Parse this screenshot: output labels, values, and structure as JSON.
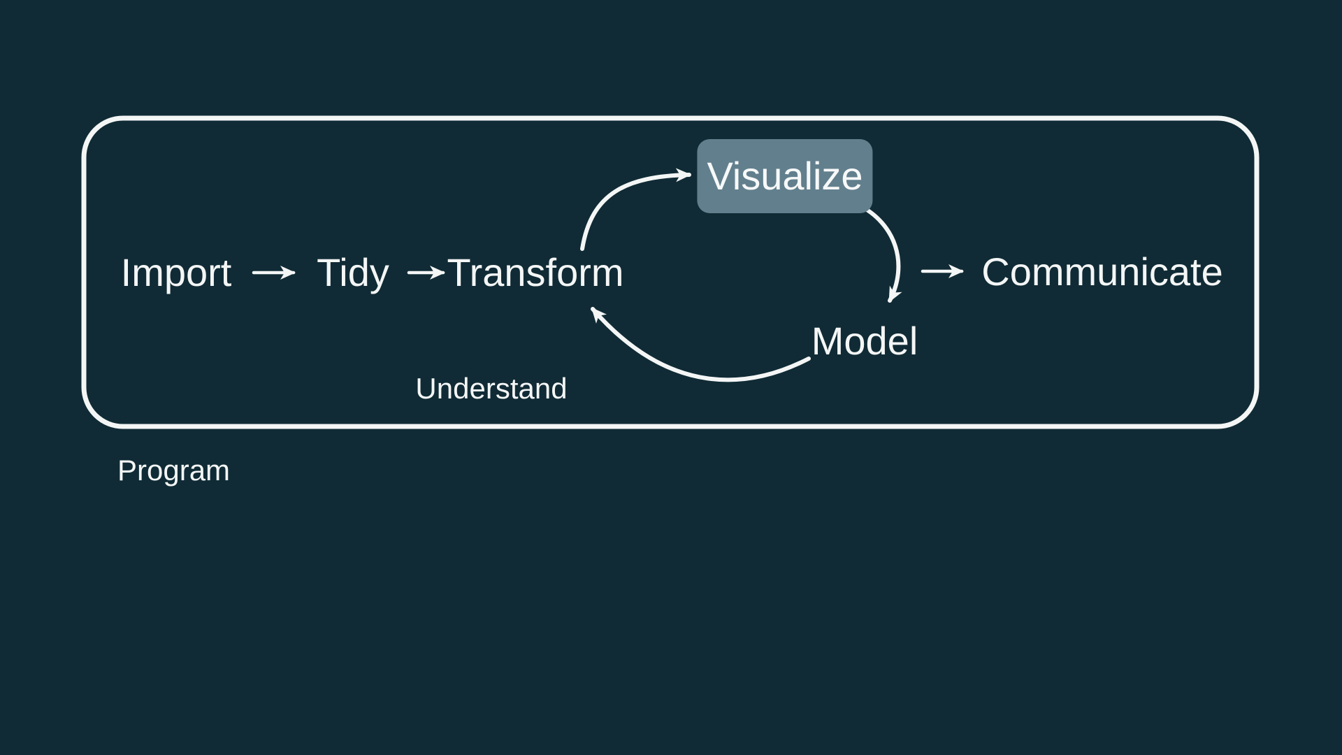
{
  "slide": {
    "background_color": "#102b35",
    "foreground_color": "#f4f6f6",
    "program_section_label": "Program"
  },
  "workflow": {
    "import_label": "Import",
    "tidy_label": "Tidy",
    "transform_label": "Transform",
    "visualize_label": "Visualize",
    "model_label": "Model",
    "communicate_label": "Communicate",
    "understand_cycle_label": "Understand",
    "visualize_highlight_color": "#627f8d",
    "arrows": [
      "import to tidy",
      "tidy to transform",
      "transform to visualize",
      "visualize to model",
      "model to transform",
      "understand cycle to communicate"
    ]
  }
}
